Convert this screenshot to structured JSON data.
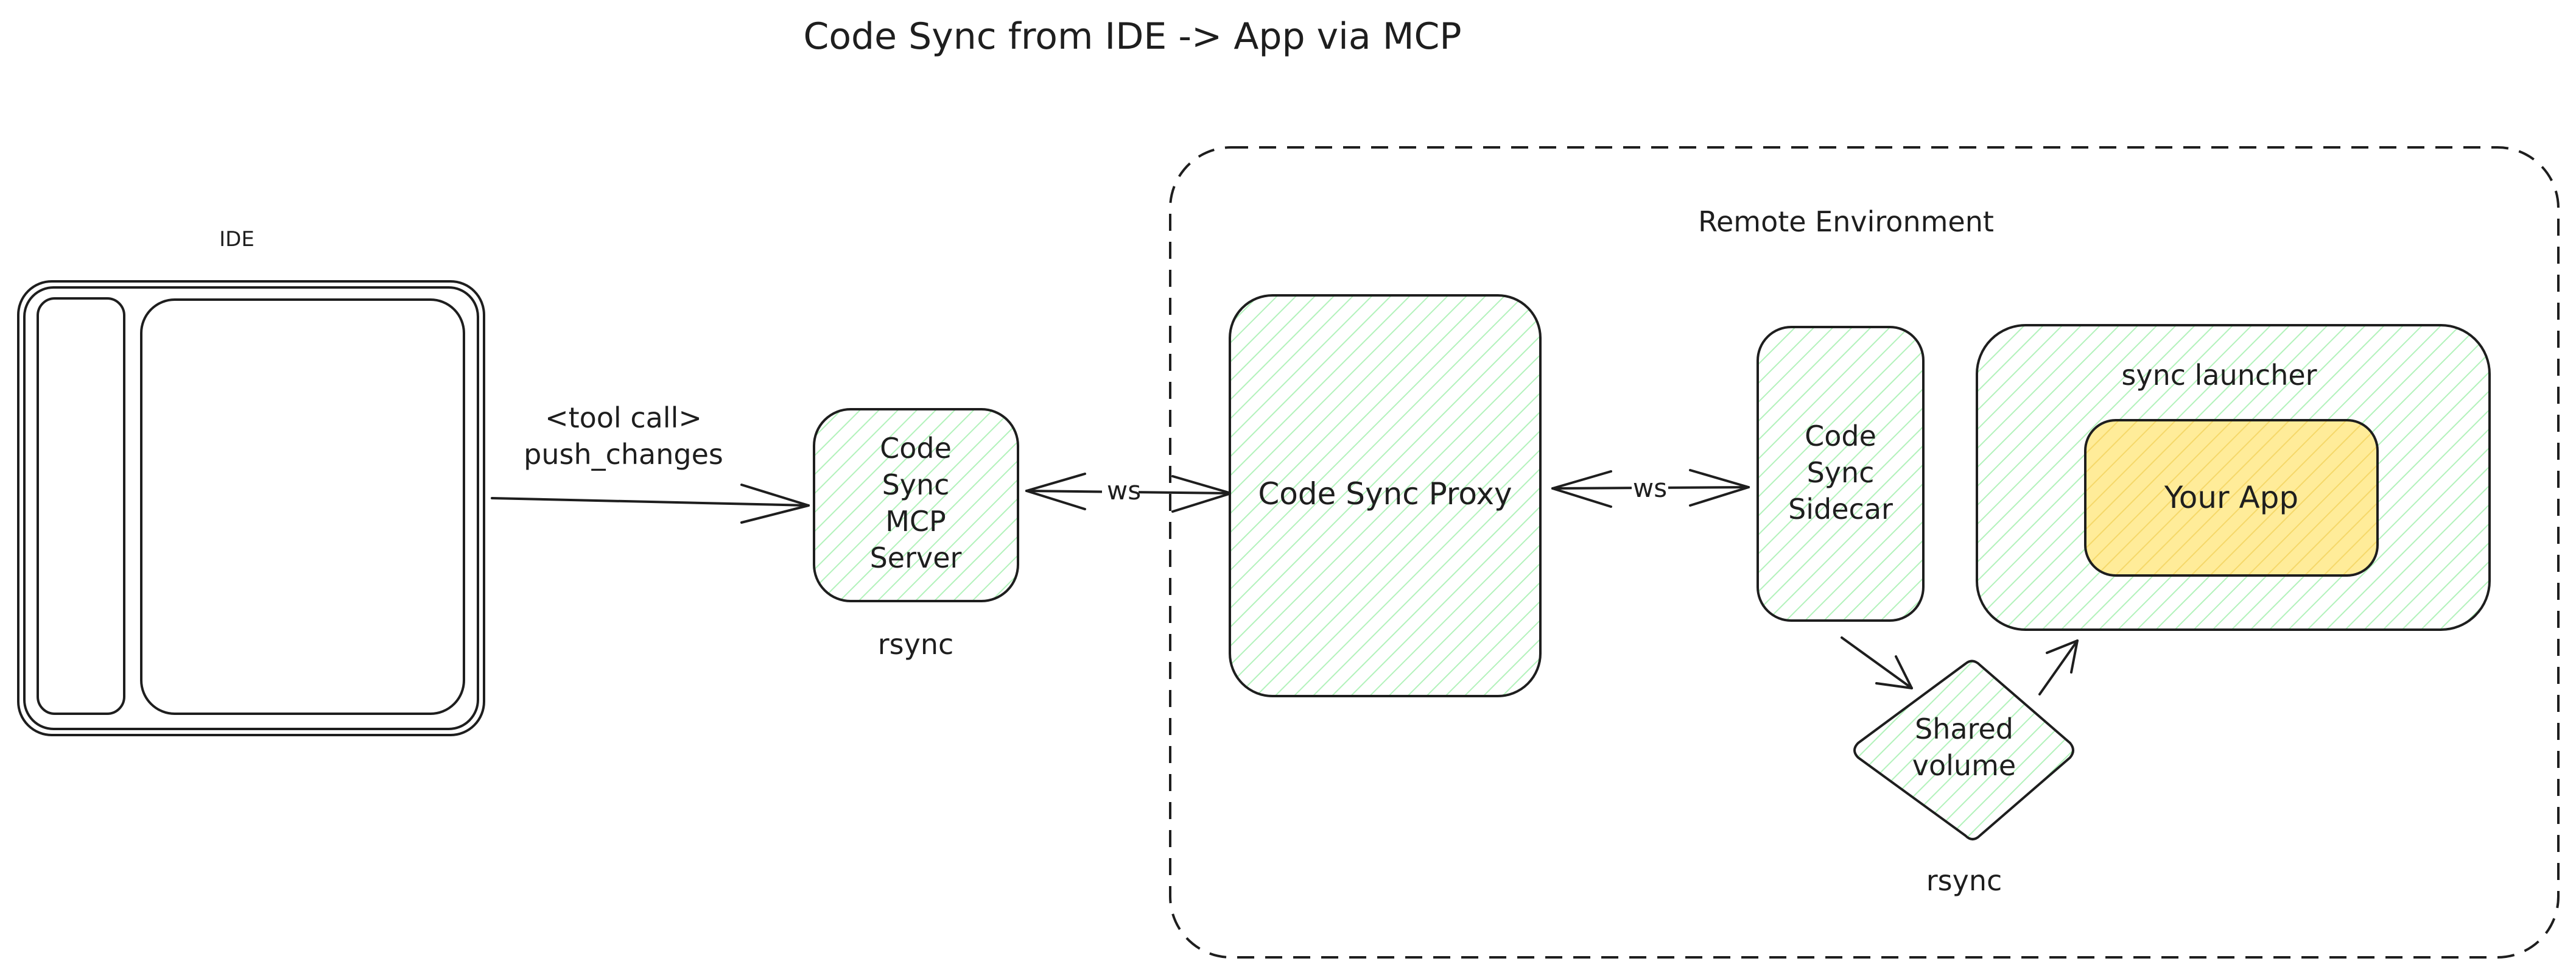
{
  "title": "Code Sync from IDE -> App via MCP",
  "ide": {
    "label": "IDE"
  },
  "tool_call": {
    "line1": "<tool call>",
    "line2": "push_changes"
  },
  "mcp_server": {
    "lines": [
      "Code",
      "Sync",
      "MCP",
      "Server"
    ],
    "caption": "rsync"
  },
  "ws_left": "ws",
  "ws_right": "ws",
  "remote_env": {
    "label": "Remote Environment"
  },
  "proxy": {
    "label": "Code Sync Proxy"
  },
  "sidecar": {
    "lines": [
      "Code",
      "Sync",
      "Sidecar"
    ]
  },
  "launcher": {
    "label": "sync launcher"
  },
  "your_app": {
    "label": "Your App"
  },
  "shared_volume": {
    "lines": [
      "Shared",
      "volume"
    ],
    "caption": "rsync"
  },
  "colors": {
    "stroke": "#1e1e1e",
    "green_fill": "#b2f2bb",
    "yellow_fill": "#ffec99",
    "background": "#ffffff"
  }
}
